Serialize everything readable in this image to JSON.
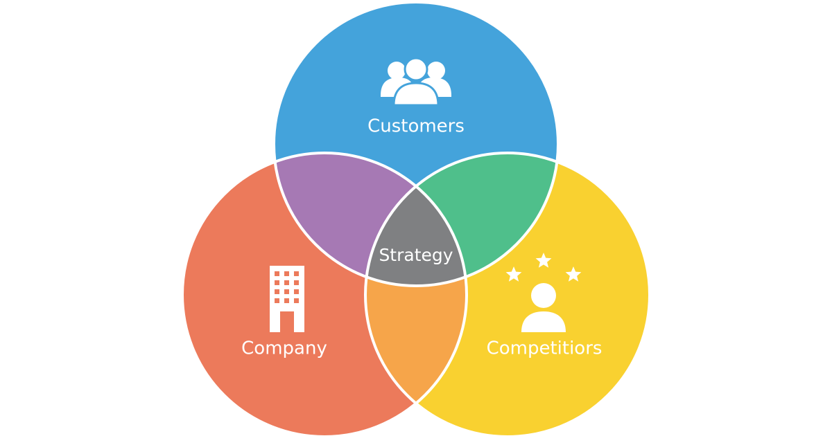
{
  "diagram": {
    "circles": {
      "customers": {
        "label": "Customers",
        "color": "#44A3DB",
        "icon": "people-group-icon"
      },
      "company": {
        "label": "Company",
        "color": "#EC7A5B",
        "icon": "office-building-icon"
      },
      "competitors": {
        "label": "Competitiors",
        "color": "#F9D130",
        "icon": "person-with-stars-icon"
      }
    },
    "overlaps": {
      "customers_company": {
        "color": "#A679B4"
      },
      "customers_competitors": {
        "color": "#4FBF8B"
      },
      "company_competitors": {
        "color": "#F6A54A"
      },
      "all_three": {
        "label": "Strategy",
        "color": "#7F8082"
      }
    },
    "stroke_color": "#FFFFFF"
  }
}
